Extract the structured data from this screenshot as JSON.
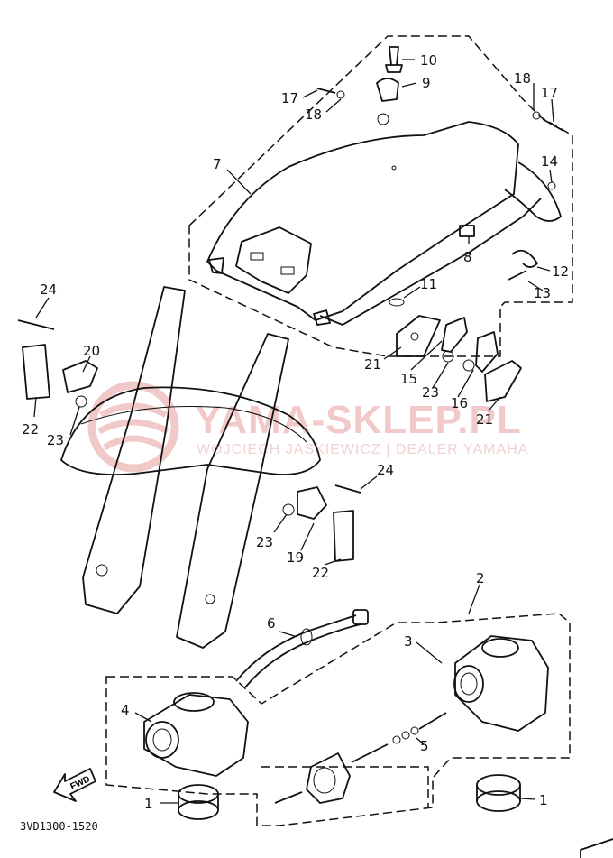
{
  "watermark": {
    "title": "YAMA-SKLEP.PL",
    "subtitle": "WOJCIECH JASKIEWICZ | DEALER YAMAHA"
  },
  "drawing_code": "3VD1300-1520",
  "direction_label": "FWD",
  "callouts": [
    {
      "id": "c10",
      "label": "10"
    },
    {
      "id": "c9",
      "label": "9"
    },
    {
      "id": "c17a",
      "label": "17"
    },
    {
      "id": "c18a",
      "label": "18"
    },
    {
      "id": "c18b",
      "label": "18"
    },
    {
      "id": "c17b",
      "label": "17"
    },
    {
      "id": "c7",
      "label": "7"
    },
    {
      "id": "c14",
      "label": "14"
    },
    {
      "id": "c8",
      "label": "8"
    },
    {
      "id": "c12",
      "label": "12"
    },
    {
      "id": "c13",
      "label": "13"
    },
    {
      "id": "c11",
      "label": "11"
    },
    {
      "id": "c24a",
      "label": "24"
    },
    {
      "id": "c20",
      "label": "20"
    },
    {
      "id": "c22a",
      "label": "22"
    },
    {
      "id": "c23a",
      "label": "23"
    },
    {
      "id": "c21a",
      "label": "21"
    },
    {
      "id": "c15",
      "label": "15"
    },
    {
      "id": "c23b",
      "label": "23"
    },
    {
      "id": "c16",
      "label": "16"
    },
    {
      "id": "c21b",
      "label": "21"
    },
    {
      "id": "c24b",
      "label": "24"
    },
    {
      "id": "c23c",
      "label": "23"
    },
    {
      "id": "c19",
      "label": "19"
    },
    {
      "id": "c22b",
      "label": "22"
    },
    {
      "id": "c2",
      "label": "2"
    },
    {
      "id": "c6",
      "label": "6"
    },
    {
      "id": "c3",
      "label": "3"
    },
    {
      "id": "c4",
      "label": "4"
    },
    {
      "id": "c5",
      "label": "5"
    },
    {
      "id": "c1a",
      "label": "1"
    },
    {
      "id": "c1b",
      "label": "1"
    }
  ]
}
